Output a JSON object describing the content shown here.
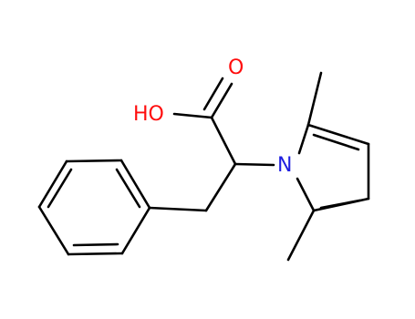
{
  "molecule": {
    "atoms": {
      "hydroxyl": {
        "text": "HO",
        "color": "#ff0d0d"
      },
      "carbonyl_oxygen": {
        "text": "O",
        "color": "#ff0d0d"
      },
      "pyrrole_nitrogen": {
        "text": "N",
        "color": "#1f1fe0"
      }
    },
    "bond_color": "#000000"
  }
}
